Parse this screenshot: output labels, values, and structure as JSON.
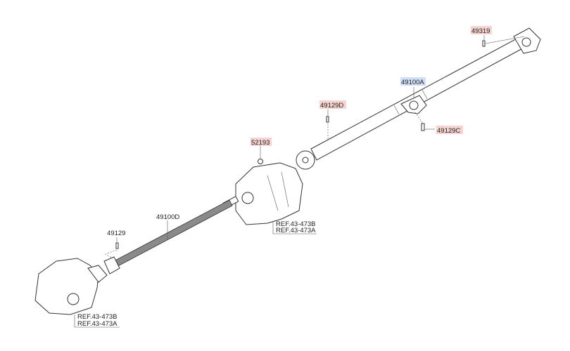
{
  "colors": {
    "highlight_red": "#f6d3cf",
    "highlight_blue": "#cfdff5",
    "shaft_gray": "#8a8a8a"
  },
  "labels": {
    "p49319": "49319",
    "p49100A": "49100A",
    "p49129D": "49129D",
    "p49129C": "49129C",
    "p52193": "52193",
    "p49100D": "49100D",
    "p49129": "49129",
    "ref_transfer_b": "REF.43-473B",
    "ref_transfer_a": "REF.43-473A",
    "ref_diff_b": "REF.43-473B",
    "ref_diff_a": "REF.43-473A"
  }
}
